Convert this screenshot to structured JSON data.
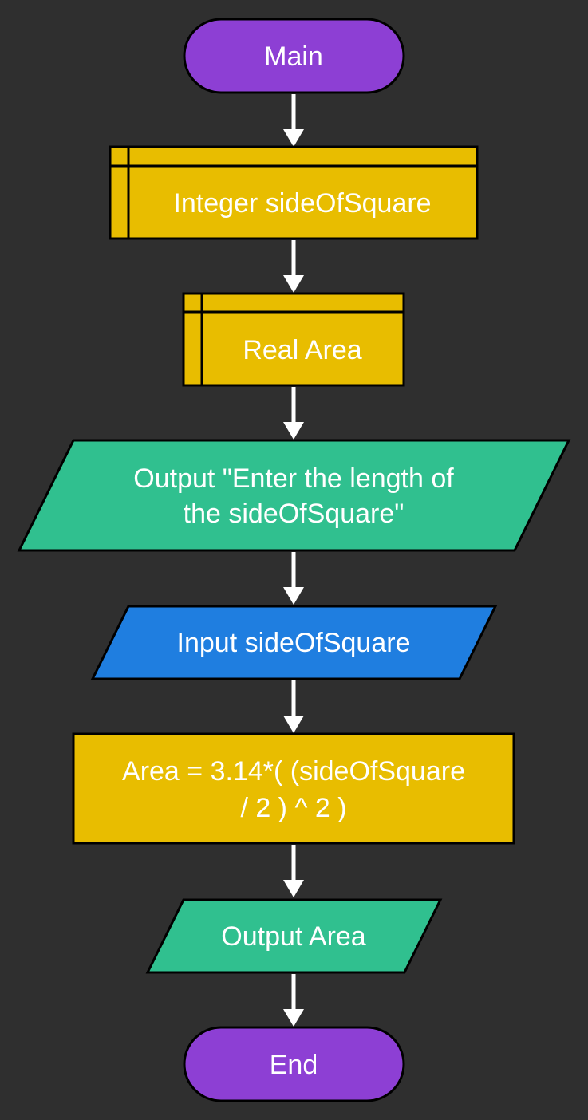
{
  "colors": {
    "background": "#2f2f2f",
    "terminal": "#8d3fd4",
    "declaration": "#e8bd00",
    "process": "#e8bd00",
    "output": "#30c08f",
    "input": "#1f7ee0",
    "arrow": "#ffffff",
    "text": "#ffffff"
  },
  "nodes": {
    "start": {
      "label": "Main"
    },
    "declare_side": {
      "label": "Integer sideOfSquare"
    },
    "declare_area": {
      "label": "Real Area"
    },
    "output_prompt": {
      "line1": "Output \"Enter the length of",
      "line2": "the sideOfSquare\""
    },
    "input_side": {
      "label": "Input sideOfSquare"
    },
    "compute_area": {
      "line1": "Area = 3.14*( (sideOfSquare",
      "line2": "/ 2 ) ^ 2 )"
    },
    "output_area": {
      "label": "Output Area"
    },
    "end": {
      "label": "End"
    }
  }
}
